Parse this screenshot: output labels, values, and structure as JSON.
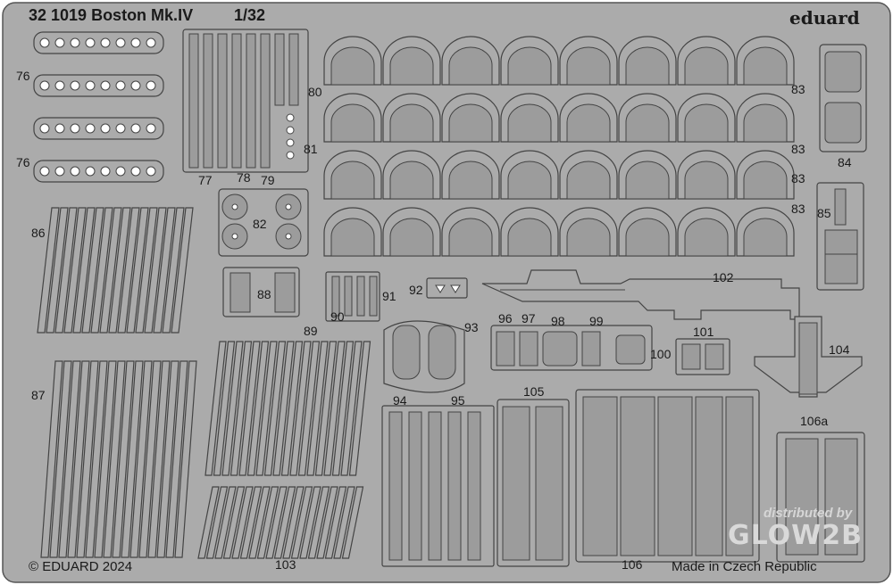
{
  "sheet": {
    "title": "32 1019 Boston Mk.IV",
    "scale": "1/32",
    "brand": "eduard",
    "copyright": "© EDUARD 2024",
    "origin": "Made in Czech Republic",
    "watermark_line1": "distributed by",
    "watermark_line2": "GLOW2B"
  },
  "part_numbers": [
    "76",
    "76",
    "77",
    "78",
    "79",
    "80",
    "81",
    "82",
    "83",
    "83",
    "83",
    "83",
    "84",
    "85",
    "86",
    "87",
    "88",
    "89",
    "90",
    "91",
    "92",
    "93",
    "94",
    "95",
    "96",
    "97",
    "98",
    "99",
    "100",
    "101",
    "102",
    "103",
    "104",
    "105",
    "106",
    "106a"
  ],
  "colors": {
    "fret": "#ababab",
    "outline": "#444444",
    "background": "#ffffff",
    "text": "#1a1a1a"
  }
}
